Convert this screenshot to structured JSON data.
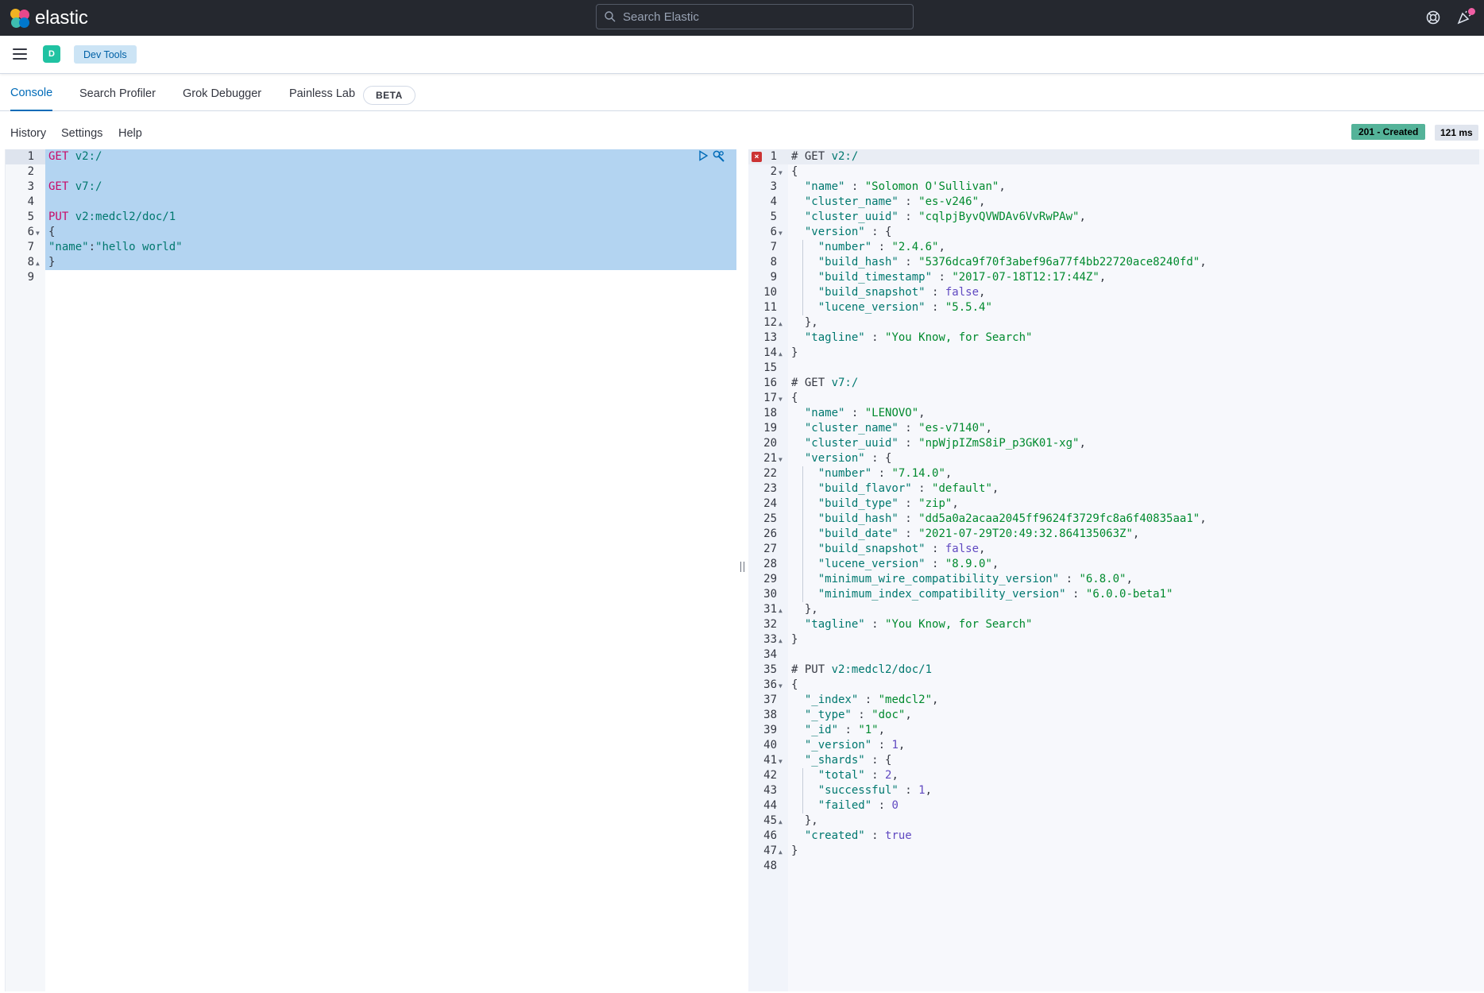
{
  "header": {
    "logo_text": "elastic",
    "search_placeholder": "Search Elastic"
  },
  "nav": {
    "space_initial": "D",
    "breadcrumb": "Dev Tools"
  },
  "tabs": [
    {
      "label": "Console",
      "active": true
    },
    {
      "label": "Search Profiler",
      "active": false
    },
    {
      "label": "Grok Debugger",
      "active": false
    },
    {
      "label": "Painless Lab",
      "active": false
    }
  ],
  "beta_badge": "BETA",
  "console_menu": {
    "history": "History",
    "settings": "Settings",
    "help": "Help",
    "status": "201 - Created",
    "time": "121 ms"
  },
  "request_lines": [
    {
      "n": "1",
      "parts": [
        [
          "m",
          "GET"
        ],
        [
          "p",
          " "
        ],
        [
          "u",
          "v2:/"
        ]
      ]
    },
    {
      "n": "2",
      "parts": []
    },
    {
      "n": "3",
      "parts": [
        [
          "m",
          "GET"
        ],
        [
          "p",
          " "
        ],
        [
          "u",
          "v7:/"
        ]
      ]
    },
    {
      "n": "4",
      "parts": []
    },
    {
      "n": "5",
      "parts": [
        [
          "m",
          "PUT"
        ],
        [
          "p",
          " "
        ],
        [
          "u",
          "v2:medcl2/doc/1"
        ]
      ]
    },
    {
      "n": "6",
      "fold": "open",
      "parts": [
        [
          "p",
          "{"
        ]
      ]
    },
    {
      "n": "7",
      "parts": [
        [
          "rk",
          "\"name\""
        ],
        [
          "p",
          ":"
        ],
        [
          "s",
          "\"hello world\""
        ]
      ]
    },
    {
      "n": "8",
      "fold": "close",
      "parts": [
        [
          "p",
          "}"
        ]
      ]
    },
    {
      "n": "9",
      "parts": []
    }
  ],
  "response_lines": [
    {
      "n": "1",
      "parts": [
        [
          "c",
          "# GET "
        ],
        [
          "u",
          "v2:/"
        ]
      ]
    },
    {
      "n": "2",
      "fold": "open",
      "parts": [
        [
          "p",
          "{"
        ]
      ]
    },
    {
      "n": "3",
      "indent": 1,
      "parts": [
        [
          "rk",
          "\"name\""
        ],
        [
          "p",
          " : "
        ],
        [
          "s2",
          "\"Solomon O'Sullivan\""
        ],
        [
          "p",
          ","
        ]
      ]
    },
    {
      "n": "4",
      "indent": 1,
      "parts": [
        [
          "rk",
          "\"cluster_name\""
        ],
        [
          "p",
          " : "
        ],
        [
          "s2",
          "\"es-v246\""
        ],
        [
          "p",
          ","
        ]
      ]
    },
    {
      "n": "5",
      "indent": 1,
      "parts": [
        [
          "rk",
          "\"cluster_uuid\""
        ],
        [
          "p",
          " : "
        ],
        [
          "s2",
          "\"cqlpjByvQVWDAv6VvRwPAw\""
        ],
        [
          "p",
          ","
        ]
      ]
    },
    {
      "n": "6",
      "fold": "open",
      "indent": 1,
      "parts": [
        [
          "rk",
          "\"version\""
        ],
        [
          "p",
          " : {"
        ]
      ]
    },
    {
      "n": "7",
      "indent": 2,
      "parts": [
        [
          "rk",
          "\"number\""
        ],
        [
          "p",
          " : "
        ],
        [
          "s2",
          "\"2.4.6\""
        ],
        [
          "p",
          ","
        ]
      ]
    },
    {
      "n": "8",
      "indent": 2,
      "parts": [
        [
          "rk",
          "\"build_hash\""
        ],
        [
          "p",
          " : "
        ],
        [
          "s2",
          "\"5376dca9f70f3abef96a77f4bb22720ace8240fd\""
        ],
        [
          "p",
          ","
        ]
      ]
    },
    {
      "n": "9",
      "indent": 2,
      "parts": [
        [
          "rk",
          "\"build_timestamp\""
        ],
        [
          "p",
          " : "
        ],
        [
          "s2",
          "\"2017-07-18T12:17:44Z\""
        ],
        [
          "p",
          ","
        ]
      ]
    },
    {
      "n": "10",
      "indent": 2,
      "parts": [
        [
          "rk",
          "\"build_snapshot\""
        ],
        [
          "p",
          " : "
        ],
        [
          "b",
          "false"
        ],
        [
          "p",
          ","
        ]
      ]
    },
    {
      "n": "11",
      "indent": 2,
      "parts": [
        [
          "rk",
          "\"lucene_version\""
        ],
        [
          "p",
          " : "
        ],
        [
          "s2",
          "\"5.5.4\""
        ]
      ]
    },
    {
      "n": "12",
      "fold": "close",
      "indent": 1,
      "parts": [
        [
          "p",
          "},"
        ]
      ]
    },
    {
      "n": "13",
      "indent": 1,
      "parts": [
        [
          "rk",
          "\"tagline\""
        ],
        [
          "p",
          " : "
        ],
        [
          "s2",
          "\"You Know, for Search\""
        ]
      ]
    },
    {
      "n": "14",
      "fold": "close",
      "parts": [
        [
          "p",
          "}"
        ]
      ]
    },
    {
      "n": "15",
      "parts": []
    },
    {
      "n": "16",
      "parts": [
        [
          "c",
          "# GET "
        ],
        [
          "u",
          "v7:/"
        ]
      ]
    },
    {
      "n": "17",
      "fold": "open",
      "parts": [
        [
          "p",
          "{"
        ]
      ]
    },
    {
      "n": "18",
      "indent": 1,
      "parts": [
        [
          "rk",
          "\"name\""
        ],
        [
          "p",
          " : "
        ],
        [
          "s2",
          "\"LENOVO\""
        ],
        [
          "p",
          ","
        ]
      ]
    },
    {
      "n": "19",
      "indent": 1,
      "parts": [
        [
          "rk",
          "\"cluster_name\""
        ],
        [
          "p",
          " : "
        ],
        [
          "s2",
          "\"es-v7140\""
        ],
        [
          "p",
          ","
        ]
      ]
    },
    {
      "n": "20",
      "indent": 1,
      "parts": [
        [
          "rk",
          "\"cluster_uuid\""
        ],
        [
          "p",
          " : "
        ],
        [
          "s2",
          "\"npWjpIZmS8iP_p3GK01-xg\""
        ],
        [
          "p",
          ","
        ]
      ]
    },
    {
      "n": "21",
      "fold": "open",
      "indent": 1,
      "parts": [
        [
          "rk",
          "\"version\""
        ],
        [
          "p",
          " : {"
        ]
      ]
    },
    {
      "n": "22",
      "indent": 2,
      "parts": [
        [
          "rk",
          "\"number\""
        ],
        [
          "p",
          " : "
        ],
        [
          "s2",
          "\"7.14.0\""
        ],
        [
          "p",
          ","
        ]
      ]
    },
    {
      "n": "23",
      "indent": 2,
      "parts": [
        [
          "rk",
          "\"build_flavor\""
        ],
        [
          "p",
          " : "
        ],
        [
          "s2",
          "\"default\""
        ],
        [
          "p",
          ","
        ]
      ]
    },
    {
      "n": "24",
      "indent": 2,
      "parts": [
        [
          "rk",
          "\"build_type\""
        ],
        [
          "p",
          " : "
        ],
        [
          "s2",
          "\"zip\""
        ],
        [
          "p",
          ","
        ]
      ]
    },
    {
      "n": "25",
      "indent": 2,
      "parts": [
        [
          "rk",
          "\"build_hash\""
        ],
        [
          "p",
          " : "
        ],
        [
          "s2",
          "\"dd5a0a2acaa2045ff9624f3729fc8a6f40835aa1\""
        ],
        [
          "p",
          ","
        ]
      ]
    },
    {
      "n": "26",
      "indent": 2,
      "parts": [
        [
          "rk",
          "\"build_date\""
        ],
        [
          "p",
          " : "
        ],
        [
          "s2",
          "\"2021-07-29T20:49:32.864135063Z\""
        ],
        [
          "p",
          ","
        ]
      ]
    },
    {
      "n": "27",
      "indent": 2,
      "parts": [
        [
          "rk",
          "\"build_snapshot\""
        ],
        [
          "p",
          " : "
        ],
        [
          "b",
          "false"
        ],
        [
          "p",
          ","
        ]
      ]
    },
    {
      "n": "28",
      "indent": 2,
      "parts": [
        [
          "rk",
          "\"lucene_version\""
        ],
        [
          "p",
          " : "
        ],
        [
          "s2",
          "\"8.9.0\""
        ],
        [
          "p",
          ","
        ]
      ]
    },
    {
      "n": "29",
      "indent": 2,
      "parts": [
        [
          "rk",
          "\"minimum_wire_compatibility_version\""
        ],
        [
          "p",
          " : "
        ],
        [
          "s2",
          "\"6.8.0\""
        ],
        [
          "p",
          ","
        ]
      ]
    },
    {
      "n": "30",
      "indent": 2,
      "parts": [
        [
          "rk",
          "\"minimum_index_compatibility_version\""
        ],
        [
          "p",
          " : "
        ],
        [
          "s2",
          "\"6.0.0-beta1\""
        ]
      ]
    },
    {
      "n": "31",
      "fold": "close",
      "indent": 1,
      "parts": [
        [
          "p",
          "},"
        ]
      ]
    },
    {
      "n": "32",
      "indent": 1,
      "parts": [
        [
          "rk",
          "\"tagline\""
        ],
        [
          "p",
          " : "
        ],
        [
          "s2",
          "\"You Know, for Search\""
        ]
      ]
    },
    {
      "n": "33",
      "fold": "close",
      "parts": [
        [
          "p",
          "}"
        ]
      ]
    },
    {
      "n": "34",
      "parts": []
    },
    {
      "n": "35",
      "parts": [
        [
          "c",
          "# PUT "
        ],
        [
          "u",
          "v2:medcl2/doc/1"
        ]
      ]
    },
    {
      "n": "36",
      "fold": "open",
      "parts": [
        [
          "p",
          "{"
        ]
      ]
    },
    {
      "n": "37",
      "indent": 1,
      "parts": [
        [
          "rk",
          "\"_index\""
        ],
        [
          "p",
          " : "
        ],
        [
          "s2",
          "\"medcl2\""
        ],
        [
          "p",
          ","
        ]
      ]
    },
    {
      "n": "38",
      "indent": 1,
      "parts": [
        [
          "rk",
          "\"_type\""
        ],
        [
          "p",
          " : "
        ],
        [
          "s2",
          "\"doc\""
        ],
        [
          "p",
          ","
        ]
      ]
    },
    {
      "n": "39",
      "indent": 1,
      "parts": [
        [
          "rk",
          "\"_id\""
        ],
        [
          "p",
          " : "
        ],
        [
          "s2",
          "\"1\""
        ],
        [
          "p",
          ","
        ]
      ]
    },
    {
      "n": "40",
      "indent": 1,
      "parts": [
        [
          "rk",
          "\"_version\""
        ],
        [
          "p",
          " : "
        ],
        [
          "b",
          "1"
        ],
        [
          "p",
          ","
        ]
      ]
    },
    {
      "n": "41",
      "fold": "open",
      "indent": 1,
      "parts": [
        [
          "rk",
          "\"_shards\""
        ],
        [
          "p",
          " : {"
        ]
      ]
    },
    {
      "n": "42",
      "indent": 2,
      "parts": [
        [
          "rk",
          "\"total\""
        ],
        [
          "p",
          " : "
        ],
        [
          "b",
          "2"
        ],
        [
          "p",
          ","
        ]
      ]
    },
    {
      "n": "43",
      "indent": 2,
      "parts": [
        [
          "rk",
          "\"successful\""
        ],
        [
          "p",
          " : "
        ],
        [
          "b",
          "1"
        ],
        [
          "p",
          ","
        ]
      ]
    },
    {
      "n": "44",
      "indent": 2,
      "parts": [
        [
          "rk",
          "\"failed\""
        ],
        [
          "p",
          " : "
        ],
        [
          "b",
          "0"
        ]
      ]
    },
    {
      "n": "45",
      "fold": "close",
      "indent": 1,
      "parts": [
        [
          "p",
          "},"
        ]
      ]
    },
    {
      "n": "46",
      "indent": 1,
      "parts": [
        [
          "rk",
          "\"created\""
        ],
        [
          "p",
          " : "
        ],
        [
          "b",
          "true"
        ]
      ]
    },
    {
      "n": "47",
      "fold": "close",
      "parts": [
        [
          "p",
          "}"
        ]
      ]
    },
    {
      "n": "48",
      "parts": []
    }
  ]
}
